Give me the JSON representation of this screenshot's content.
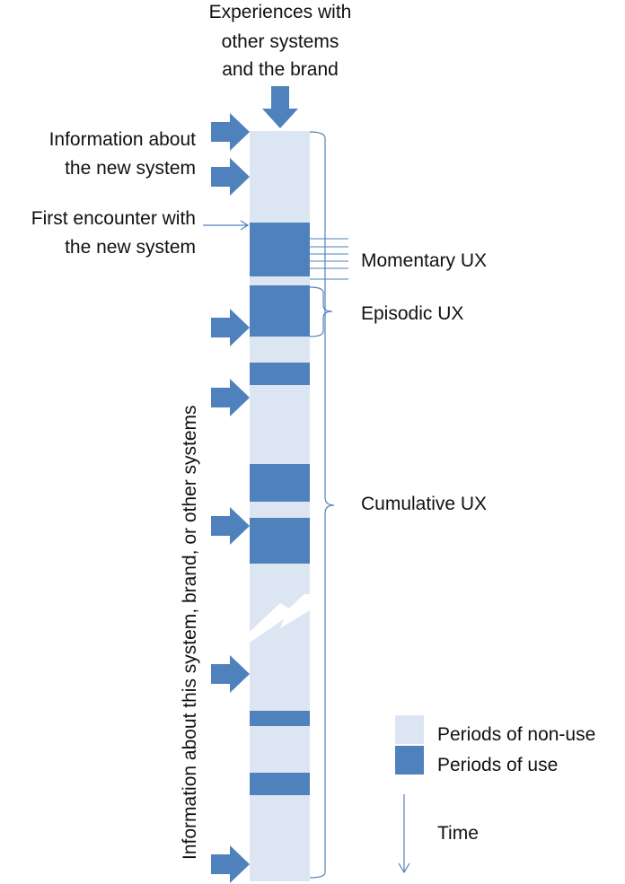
{
  "top_input": {
    "lines": [
      "Experiences with",
      "other systems",
      "and the brand"
    ]
  },
  "left_labels": {
    "info_new_system": [
      "Information about",
      "the new system"
    ],
    "first_encounter": [
      "First encounter with",
      "the new system"
    ],
    "info_vertical": "Information about this system, brand, or other systems"
  },
  "ux_labels": {
    "momentary": "Momentary UX",
    "episodic": "Episodic UX",
    "cumulative": "Cumulative UX"
  },
  "legend": {
    "non_use": "Periods of non-use",
    "use": "Periods of use",
    "time": "Time"
  },
  "colors": {
    "non_use": "#dce6f2",
    "use": "#4f81bd",
    "line": "#4f81bd",
    "text": "#111111"
  }
}
